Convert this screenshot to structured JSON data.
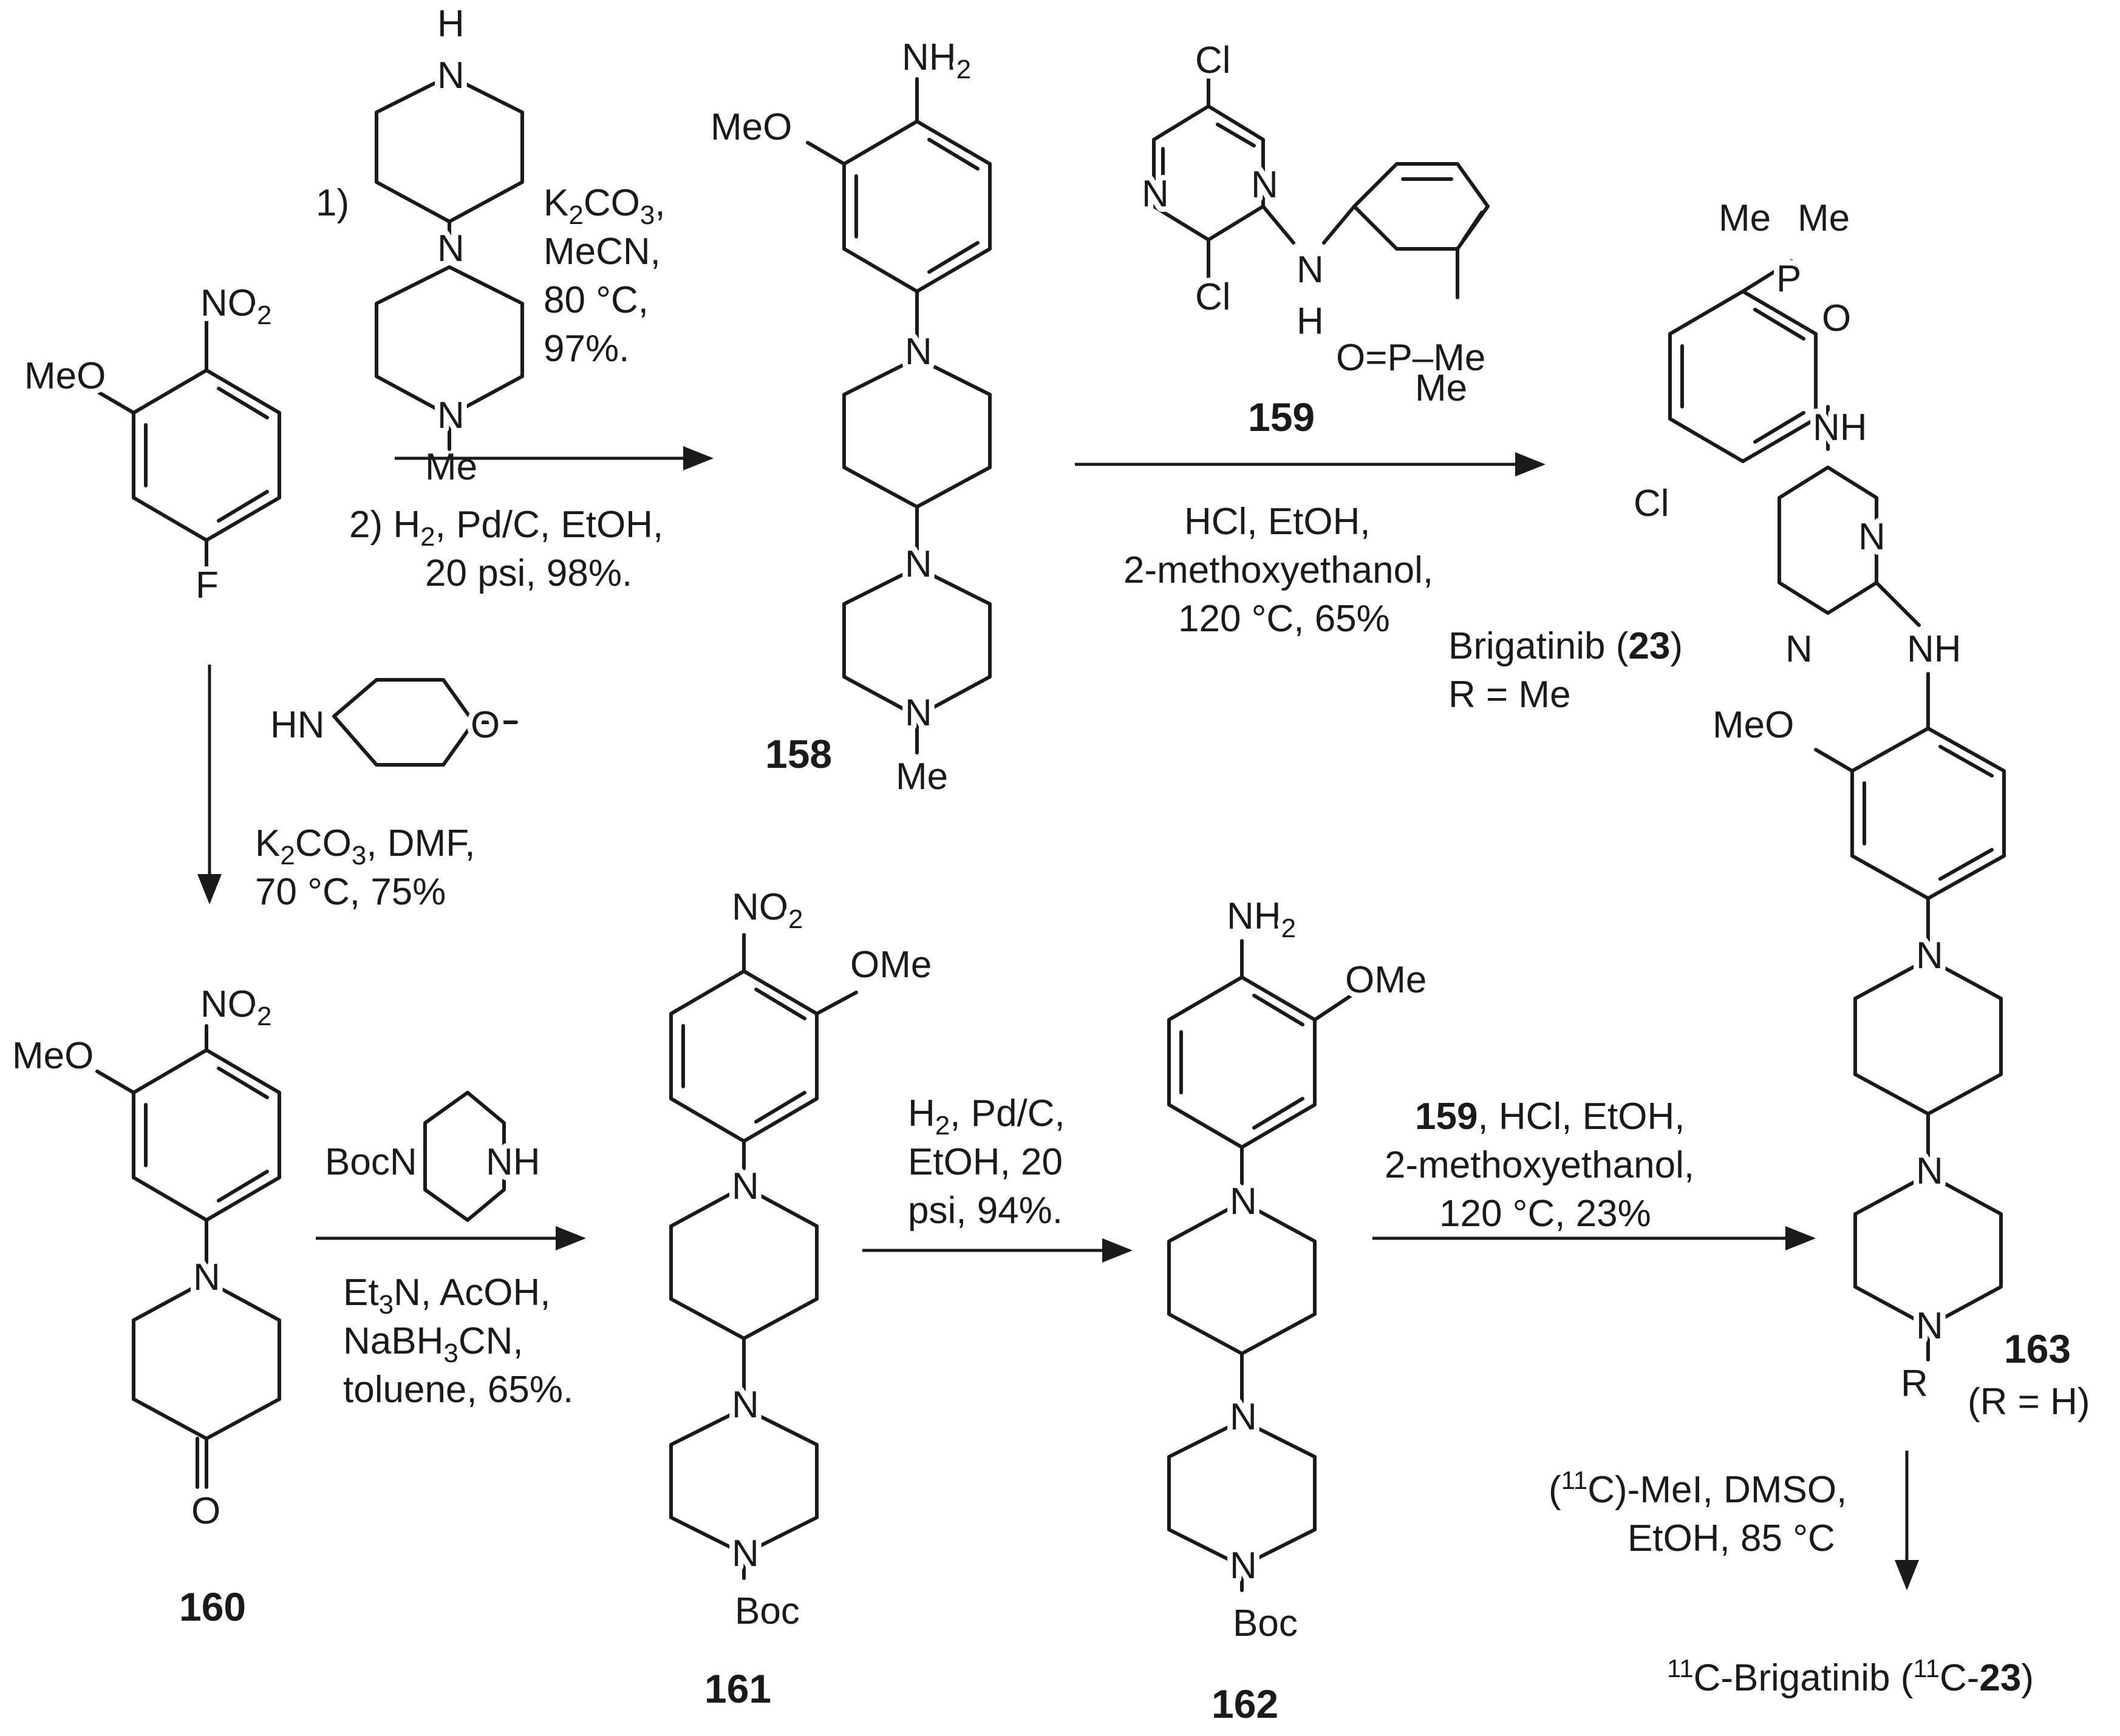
{
  "compounds": {
    "c158": "158",
    "c159": "159",
    "c160": "160",
    "c161": "161",
    "c162": "162",
    "c163": "163",
    "c163_note": "(R = H)",
    "brigatinib_name": "Brigatinib (",
    "brigatinib_num": "23",
    "brigatinib_close": ")",
    "brigatinib_r": "R = Me",
    "final_pre": "C-Brigatinib (",
    "final_mid": "C-",
    "final_num": "23",
    "final_close": ")",
    "isotope": "11"
  },
  "atoms": {
    "nitro": "NO",
    "nitro_sub": "2",
    "amine": "NH",
    "amine_sub": "2",
    "methoxy_left": "MeO",
    "methoxy_right": "OMe",
    "fluoro": "F",
    "n": "N",
    "h": "H",
    "nh": "NH",
    "hn": "HN",
    "me": "Me",
    "o": "O",
    "cl": "Cl",
    "p": "P",
    "oeq": "O=",
    "pme": "–Me",
    "boc": "Boc",
    "bocn": "BocN",
    "r": "R"
  },
  "conditions": {
    "step1_num": "1)",
    "step1_base": "K",
    "step1_base_2": "2",
    "step1_base_co": "CO",
    "step1_base_3": "3",
    "step1_base_comma": ",",
    "step1_solvent": "MeCN,",
    "step1_temp": "80 °C,",
    "step1_yield": "97%.",
    "step2_a": "2) H",
    "step2_a_sub": "2",
    "step2_b": ", Pd/C, EtOH,",
    "step2_line2": "20 psi, 98%.",
    "coupling_1": "HCl, EtOH,",
    "coupling_2": "2-methoxyethanol,",
    "coupling_3": "120 °C, 65%",
    "sn_base_k": "K",
    "sn_base_2": "2",
    "sn_base_co": "CO",
    "sn_base_3": "3",
    "sn_base_rest": ", DMF,",
    "sn_line2": "70 °C, 75%",
    "ra_et": "Et",
    "ra_3": "3",
    "ra_rest": "N, AcOH,",
    "ra_na": "NaBH",
    "ra_na_3": "3",
    "ra_na_rest": "CN,",
    "ra_line3": "toluene, 65%.",
    "h2_a": "H",
    "h2_sub": "2",
    "h2_b": ", Pd/C,",
    "h2_line2": "EtOH, 20",
    "h2_line3": "psi, 94%.",
    "c2_num": "159",
    "c2_rest": ", HCl, EtOH,",
    "c2_line2": "2-methoxyethanol,",
    "c2_line3": "120 °C, 23%",
    "lab_pre": "(",
    "lab_sup": "11",
    "lab_rest": "C)-MeI, DMSO,",
    "lab_line2": "EtOH, 85 °C"
  }
}
